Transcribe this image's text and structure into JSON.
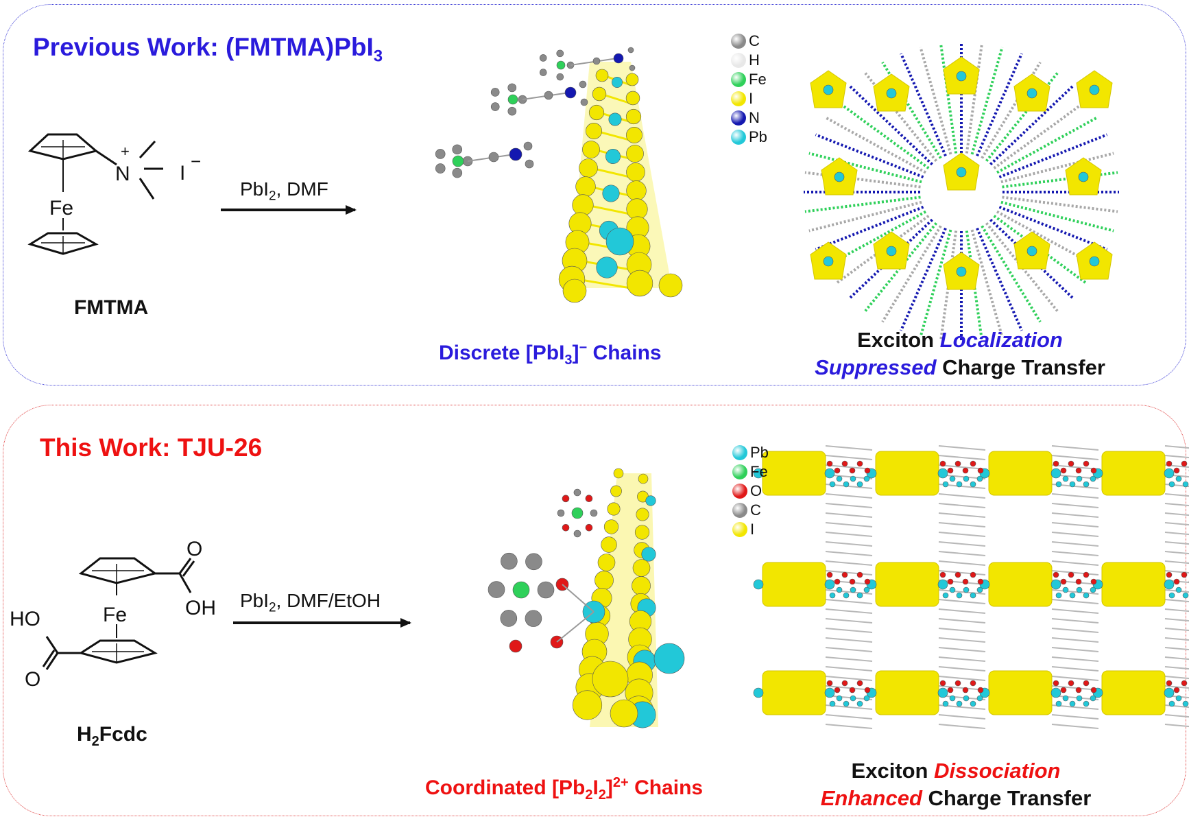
{
  "top": {
    "title_main": "Previous Work: (FMTMA)PbI",
    "title_sub": "3",
    "compound": "FMTMA",
    "mol_fe": "Fe",
    "mol_n": "N",
    "mol_plus": "+",
    "mol_iodide": "I",
    "mol_minus": "−",
    "reagent_a": "PbI",
    "reagent_sub": "2",
    "reagent_b": ", DMF",
    "chain_pre": "Discrete [PbI",
    "chain_sub": "3",
    "chain_sup": "]",
    "chain_charge": "−",
    "chain_post": " Chains",
    "legend": [
      {
        "label": "C",
        "color": "#8a8a8a"
      },
      {
        "label": "H",
        "color": "#e8e8e8"
      },
      {
        "label": "Fe",
        "color": "#2fd05a"
      },
      {
        "label": "I",
        "color": "#f2e600"
      },
      {
        "label": "N",
        "color": "#1418b0"
      },
      {
        "label": "Pb",
        "color": "#22c8d8"
      }
    ],
    "caption_l1a": "Exciton ",
    "caption_l1b": "Localization",
    "caption_l2a": "Suppressed",
    "caption_l2b": " Charge Transfer"
  },
  "bottom": {
    "title": "This Work: TJU-26",
    "compound_a": "H",
    "compound_sub": "2",
    "compound_b": "Fcdc",
    "mol_fe": "Fe",
    "mol_o1": "O",
    "mol_oh": "OH",
    "mol_ho": "HO",
    "mol_o2": "O",
    "reagent_a": "PbI",
    "reagent_sub": "2",
    "reagent_b": ", DMF/EtOH",
    "chain_pre": "Coordinated [Pb",
    "chain_sub1": "2",
    "chain_mid": "I",
    "chain_sub2": "2",
    "chain_close": "]",
    "chain_sup": "2+",
    "chain_post": " Chains",
    "legend": [
      {
        "label": "Pb",
        "color": "#22c8d8"
      },
      {
        "label": "Fe",
        "color": "#2fd05a"
      },
      {
        "label": "O",
        "color": "#e01818"
      },
      {
        "label": "C",
        "color": "#8a8a8a"
      },
      {
        "label": "I",
        "color": "#f2e600"
      }
    ],
    "caption_l1a": "Exciton ",
    "caption_l1b": "Dissociation",
    "caption_l2a": "Enhanced",
    "caption_l2b": " Charge Transfer"
  },
  "colors": {
    "blue": "#2a1bdc",
    "red": "#ee1111",
    "iodine": "#f2e600",
    "lead": "#22c8d8",
    "iron": "#2fd05a",
    "carbon": "#8a8a8a",
    "nitrogen": "#1418b0",
    "oxygen": "#e01818"
  }
}
